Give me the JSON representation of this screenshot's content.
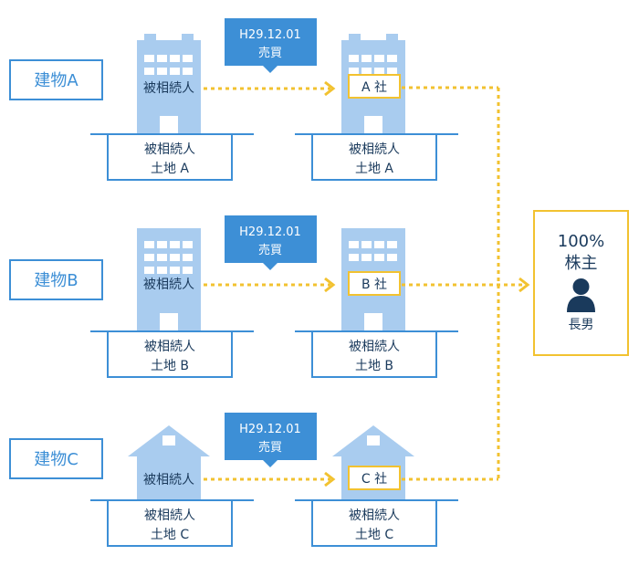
{
  "rows": [
    {
      "label": "建物A",
      "callout_date": "H29.12.01",
      "callout_text": "売買",
      "left_owner": "被相続人",
      "left_land_owner": "被相続人",
      "left_land_name": "土地 A",
      "right_owner": "A 社",
      "right_land_owner": "被相続人",
      "right_land_name": "土地 A"
    },
    {
      "label": "建物B",
      "callout_date": "H29.12.01",
      "callout_text": "売買",
      "left_owner": "被相続人",
      "left_land_owner": "被相続人",
      "left_land_name": "土地 B",
      "right_owner": "B 社",
      "right_land_owner": "被相続人",
      "right_land_name": "土地 B"
    },
    {
      "label": "建物C",
      "callout_date": "H29.12.01",
      "callout_text": "売買",
      "left_owner": "被相続人",
      "left_land_owner": "被相続人",
      "left_land_name": "土地 C",
      "right_owner": "C 社",
      "right_land_owner": "被相続人",
      "right_land_name": "土地 C"
    }
  ],
  "shareholder": {
    "percent": "100%",
    "role": "株主",
    "person": "長男"
  },
  "colors": {
    "primary": "#3d8fd6",
    "building": "#a9ccef",
    "callout": "#3d8fd6",
    "arrow": "#f2c230",
    "text": "#1a3a5c"
  }
}
